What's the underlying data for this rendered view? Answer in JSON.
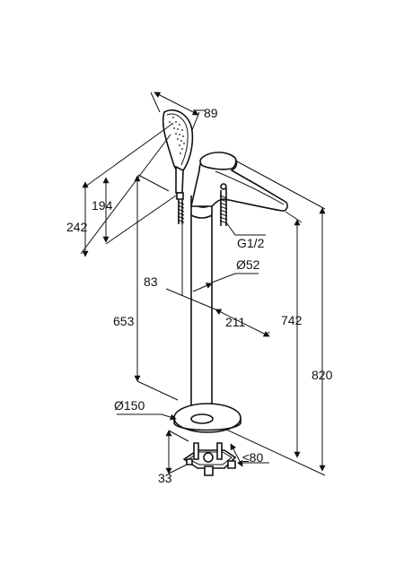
{
  "diagram": {
    "dimensions": {
      "handshower_width": "89",
      "handshower_holder_height": "194",
      "handshower_top_height": "242",
      "spout_depth": "83",
      "connection_thread": "G1/2",
      "column_diameter": "Ø52",
      "outlet_height": "653",
      "spout_projection": "211",
      "spout_height": "742",
      "total_height": "820",
      "base_diameter": "Ø150",
      "mounting_depth": "≤80",
      "mounting_height": "33"
    }
  }
}
